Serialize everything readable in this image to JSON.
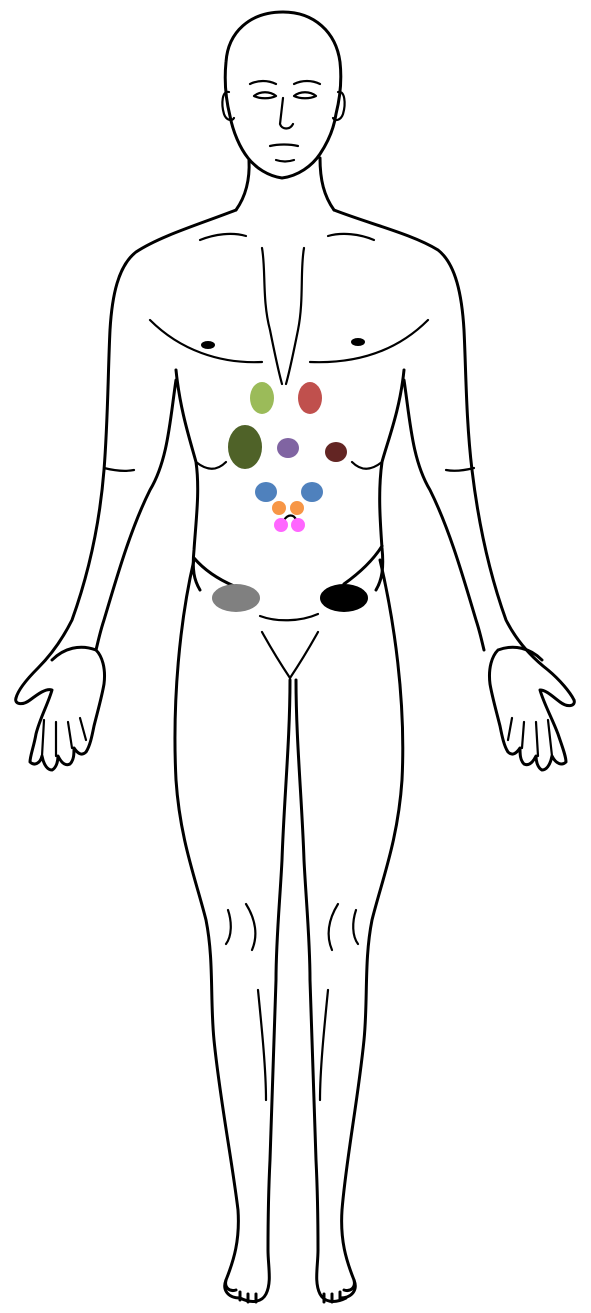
{
  "figure": {
    "subject": "anterior-view-human-body-outline",
    "background": "#ffffff",
    "line_color": "#000000"
  },
  "markers": [
    {
      "id": "marker-upper-left",
      "color": "#9bbb59"
    },
    {
      "id": "marker-upper-right",
      "color": "#c0504d"
    },
    {
      "id": "marker-mid-left",
      "color": "#4f6228"
    },
    {
      "id": "marker-mid-center",
      "color": "#8064a2"
    },
    {
      "id": "marker-mid-right",
      "color": "#632523"
    },
    {
      "id": "marker-lower-left-blue",
      "color": "#4f81bd"
    },
    {
      "id": "marker-lower-right-blue",
      "color": "#4f81bd"
    },
    {
      "id": "marker-orange-left",
      "color": "#f79646"
    },
    {
      "id": "marker-orange-right",
      "color": "#f79646"
    },
    {
      "id": "marker-pink-left",
      "color": "#ff66ff"
    },
    {
      "id": "marker-pink-right",
      "color": "#ff66ff"
    },
    {
      "id": "marker-pelvis-left",
      "color": "#808080"
    },
    {
      "id": "marker-pelvis-right",
      "color": "#000000"
    }
  ]
}
